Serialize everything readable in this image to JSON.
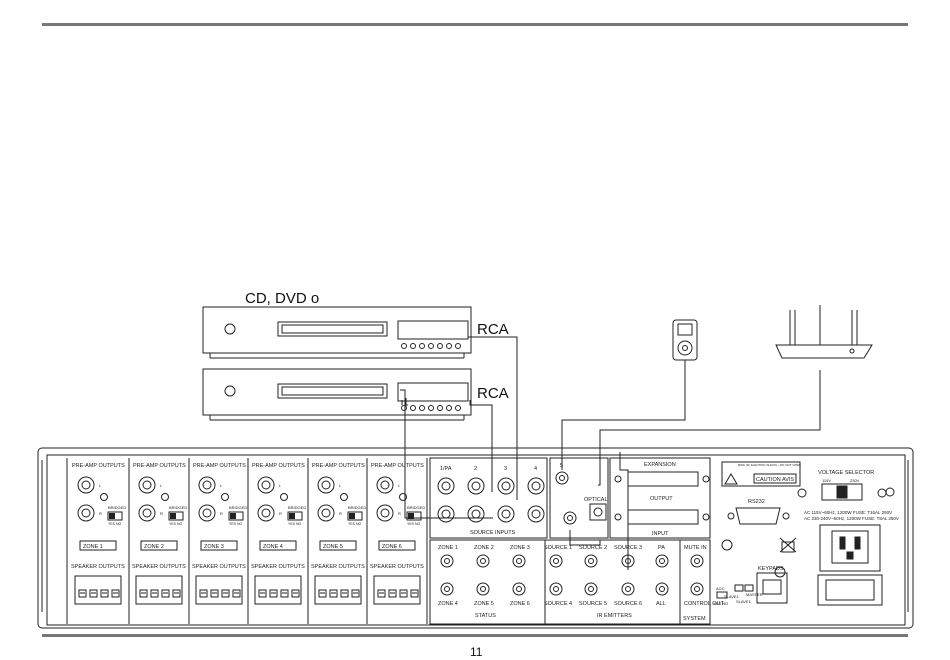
{
  "labels": {
    "cd_dvd": "CD, DVD o",
    "rca_1": "RCA",
    "rca_2": "RCA",
    "page_number": "11"
  },
  "panel": {
    "zones": [
      {
        "header": "PRE-AMP OUTPUTS",
        "l": "L",
        "r": "R",
        "bridged": "BRIDGED",
        "yesno": "YES NO",
        "zone": "ZONE 1",
        "speaker": "SPEAKER OUTPUTS"
      },
      {
        "header": "PRE-AMP OUTPUTS",
        "l": "L",
        "r": "R",
        "bridged": "BRIDGED",
        "yesno": "YES NO",
        "zone": "ZONE 2",
        "speaker": "SPEAKER OUTPUTS"
      },
      {
        "header": "PRE-AMP OUTPUTS",
        "l": "L",
        "r": "R",
        "bridged": "BRIDGED",
        "yesno": "YES NO",
        "zone": "ZONE 3",
        "speaker": "SPEAKER OUTPUTS"
      },
      {
        "header": "PRE-AMP OUTPUTS",
        "l": "L",
        "r": "R",
        "bridged": "BRIDGED",
        "yesno": "YES NO",
        "zone": "ZONE 4",
        "speaker": "SPEAKER OUTPUTS"
      },
      {
        "header": "PRE-AMP OUTPUTS",
        "l": "L",
        "r": "R",
        "bridged": "BRIDGED",
        "yesno": "YES NO",
        "zone": "ZONE 5",
        "speaker": "SPEAKER OUTPUTS"
      },
      {
        "header": "PRE-AMP OUTPUTS",
        "l": "L",
        "r": "R",
        "bridged": "BRIDGED",
        "yesno": "YES NO",
        "zone": "ZONE 6",
        "speaker": "SPEAKER OUTPUTS"
      }
    ],
    "source_inputs": {
      "labels": [
        "1/PA",
        "2",
        "3",
        "4",
        "5"
      ],
      "title": "SOURCE INPUTS",
      "optical": "OPTICAL"
    },
    "expansion": {
      "title": "EXPANSION",
      "output": "OUTPUT",
      "input": "INPUT"
    },
    "status": {
      "top": [
        "ZONE 1",
        "ZONE 2",
        "ZONE 3"
      ],
      "bottom": [
        "ZONE 4",
        "ZONE 5",
        "ZONE 6"
      ],
      "title": "STATUS"
    },
    "ir_emitters": {
      "top": [
        "SOURCE 1",
        "SOURCE 2",
        "SOURCE 3",
        "PA"
      ],
      "bottom": [
        "SOURCE 4",
        "SOURCE 5",
        "SOURCE 6",
        "ALL"
      ],
      "title": "IR EMITTERS"
    },
    "system": {
      "mute_in": "MUTE IN",
      "control_out": "CONTROL OUT",
      "title": "SYSTEM"
    },
    "right": {
      "warning": "RISK OF ELECTRIC SHOCK • DO NOT OPEN",
      "caution": "CAUTION  AVIS",
      "voltage_selector": "VOLTAGE SELECTOR",
      "v115": "115V",
      "v230": "230V",
      "rs232": "RS232",
      "ac_line1": "AC 115V~60Hz, 1200W FUSE: T16AL 250V",
      "ac_line2": "AC 230-240V~50Hz, 1200W FUSE: T8AL 250V",
      "keypads": "KEYPADS",
      "agc": "AGC",
      "yesno": "YES NO",
      "slave": "SLAVE1",
      "master": "MASTER",
      "slave2": "SLAVE1"
    },
    "bridged_bottom": "BRIDGED"
  }
}
